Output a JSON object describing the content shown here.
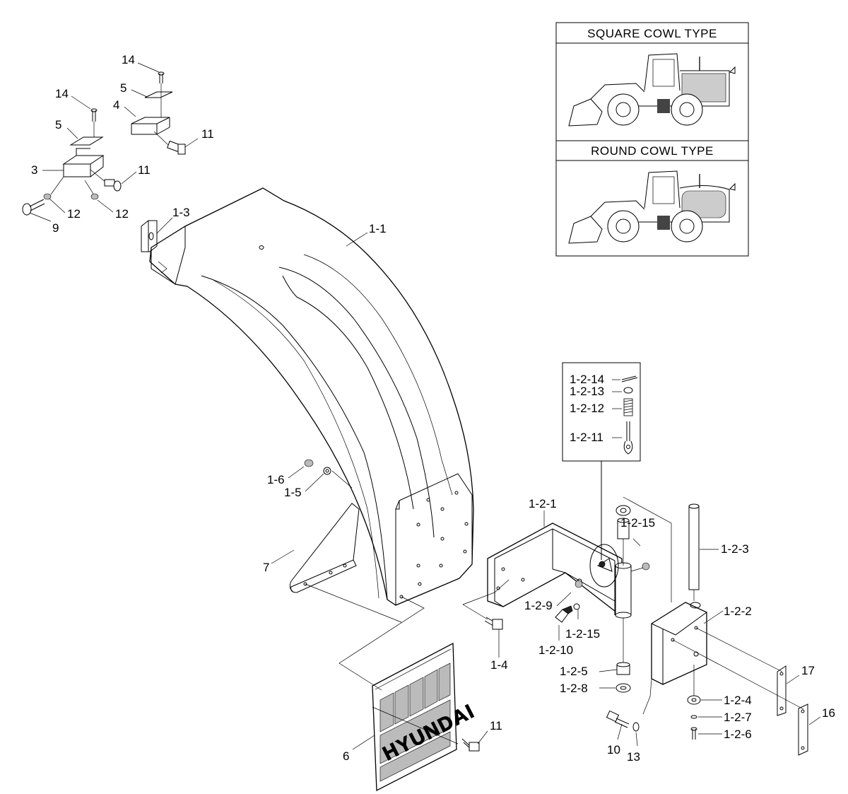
{
  "inset": {
    "square_title": "SQUARE COWL TYPE",
    "round_title": "ROUND COWL TYPE"
  },
  "mudflap_text": "HYUNDAI",
  "detail_box": {
    "items": [
      "1-2-14",
      "1-2-13",
      "1-2-12",
      "1-2-11"
    ]
  },
  "labels": {
    "p14a": "14",
    "p14b": "14",
    "p5a": "5",
    "p5b": "5",
    "p4": "4",
    "p3": "3",
    "p11a": "11",
    "p11b": "11",
    "p11c": "11",
    "p12a": "12",
    "p12b": "12",
    "p9": "9",
    "p1_3": "1-3",
    "p1_1": "1-1",
    "p1_6": "1-6",
    "p1_5": "1-5",
    "p7": "7",
    "p6": "6",
    "p1_4": "1-4",
    "p1_2_1": "1-2-1",
    "p1_2_15a": "1-2-15",
    "p1_2_15b": "1-2-15",
    "p1_2_9": "1-2-9",
    "p1_2_10": "1-2-10",
    "p1_2_5": "1-2-5",
    "p1_2_8": "1-2-8",
    "p1_2_3": "1-2-3",
    "p1_2_2": "1-2-2",
    "p1_2_4": "1-2-4",
    "p1_2_7": "1-2-7",
    "p1_2_6": "1-2-6",
    "p10": "10",
    "p13": "13",
    "p17": "17",
    "p16": "16"
  }
}
